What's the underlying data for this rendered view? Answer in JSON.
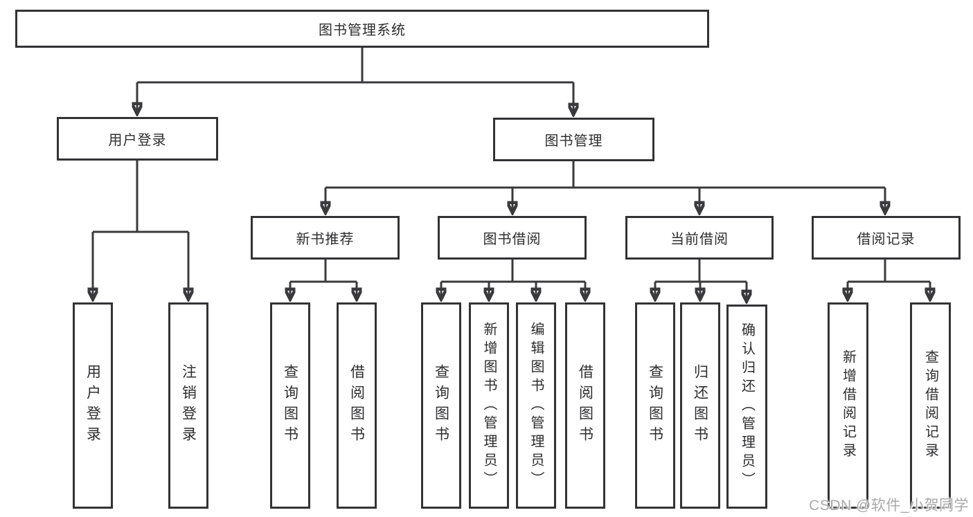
{
  "colors": {
    "background": "#ffffff",
    "line": "#3a3a3c",
    "box_border": "#333336",
    "box_fill": "#ffffff",
    "text": "#2d2d2f",
    "watermark_text": "#a9a9a9"
  },
  "tree": {
    "root": {
      "label": "图书管理系统",
      "children": [
        {
          "label": "用户登录",
          "children": [
            {
              "label": "用户登录"
            },
            {
              "label": "注销登录"
            }
          ]
        },
        {
          "label": "图书管理",
          "children": [
            {
              "label": "新书推荐",
              "children": [
                {
                  "label": "查询图书"
                },
                {
                  "label": "借阅图书"
                }
              ]
            },
            {
              "label": "图书借阅",
              "children": [
                {
                  "label": "查询图书"
                },
                {
                  "label": "新增图书（管理员）"
                },
                {
                  "label": "编辑图书（管理员）"
                },
                {
                  "label": "借阅图书"
                }
              ]
            },
            {
              "label": "当前借阅",
              "children": [
                {
                  "label": "查询图书"
                },
                {
                  "label": "归还图书"
                },
                {
                  "label": "确认归还（管理员）"
                }
              ]
            },
            {
              "label": "借阅记录",
              "children": [
                {
                  "label": "新增借阅记录"
                },
                {
                  "label": "查询借阅记录"
                }
              ]
            }
          ]
        }
      ]
    }
  },
  "watermark": {
    "text": "CSDN @软件_小贺同学"
  }
}
